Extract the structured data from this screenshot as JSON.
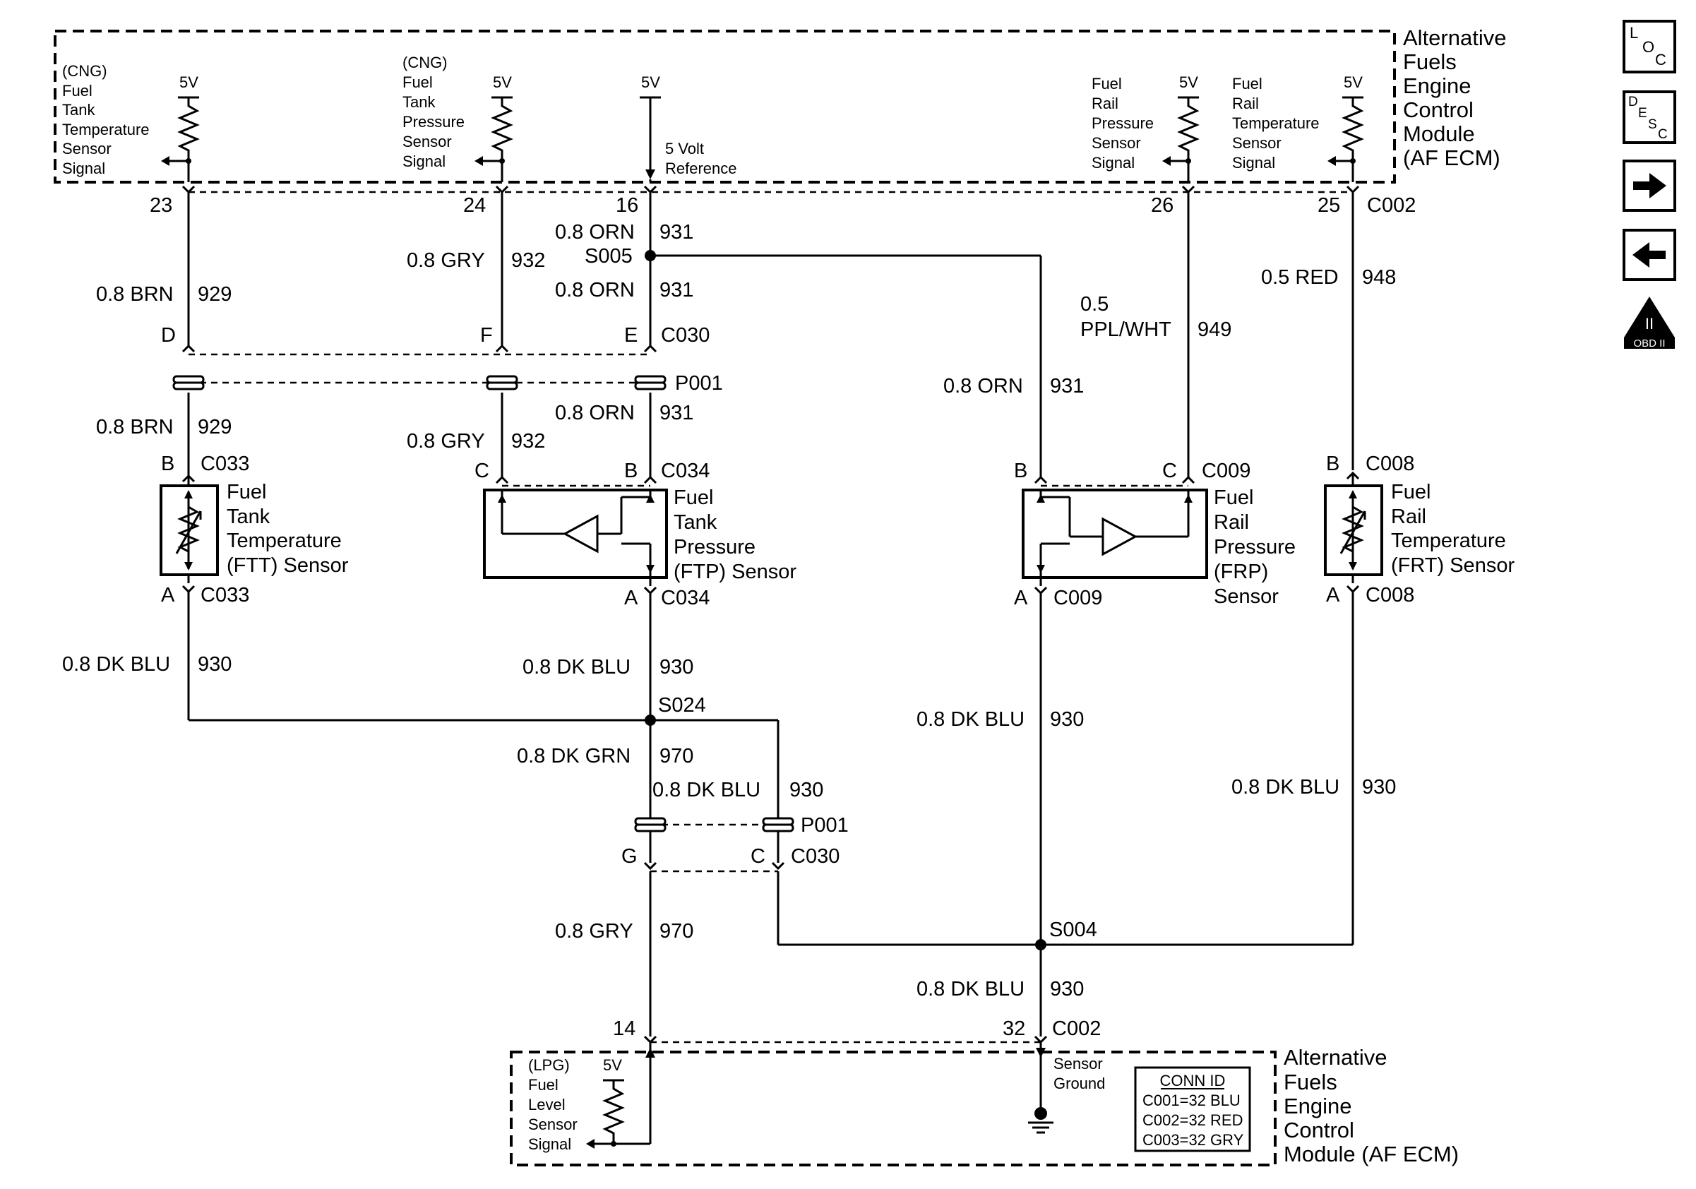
{
  "modules": {
    "top": {
      "label": [
        "Alternative",
        "Fuels",
        "Engine",
        "Control",
        "Module",
        "(AF ECM)"
      ]
    },
    "bottom": {
      "label": [
        "Alternative",
        "Fuels",
        "Engine",
        "Control",
        "Module (AF ECM)"
      ]
    }
  },
  "circuits": {
    "cng_ftt": [
      "(CNG)",
      "Fuel",
      "Tank",
      "Temperature",
      "Sensor",
      "Signal"
    ],
    "cng_ftp": [
      "(CNG)",
      "Fuel",
      "Tank",
      "Pressure",
      "Sensor",
      "Signal"
    ],
    "ref5v": [
      "5 Volt",
      "Reference"
    ],
    "frp": [
      "Fuel",
      "Rail",
      "Pressure",
      "Sensor",
      "Signal"
    ],
    "frt": [
      "Fuel",
      "Rail",
      "Temperature",
      "Sensor",
      "Signal"
    ],
    "lpg": [
      "(LPG)",
      "Fuel",
      "Level",
      "Sensor",
      "Signal"
    ],
    "sensor_ground": [
      "Sensor",
      "Ground"
    ],
    "volt_5v": "5V"
  },
  "pins": {
    "p23": "23",
    "p24": "24",
    "p16": "16",
    "p26": "26",
    "p25": "25",
    "p14": "14",
    "p32": "32",
    "D": "D",
    "F": "F",
    "E": "E",
    "B": "B",
    "C": "C",
    "A": "A",
    "G": "G"
  },
  "connectors": {
    "C002": "C002",
    "C030": "C030",
    "C033": "C033",
    "C034": "C034",
    "C009": "C009",
    "C008": "C008",
    "P001": "P001"
  },
  "splices": {
    "S005": "S005",
    "S024": "S024",
    "S004": "S004"
  },
  "wires": {
    "brn": "0.8 BRN",
    "n929": "929",
    "gry": "0.8 GRY",
    "n932": "932",
    "orn": "0.8 ORN",
    "n931": "931",
    "red": "0.5 RED",
    "n948": "948",
    "ppl_a": "0.5",
    "ppl_b": "PPL/WHT",
    "n949": "949",
    "dkblu": "0.8 DK BLU",
    "n930": "930",
    "dkgrn": "0.8 DK GRN",
    "n970": "970"
  },
  "sensors": {
    "ftt": [
      "Fuel",
      "Tank",
      "Temperature",
      "(FTT) Sensor"
    ],
    "ftp": [
      "Fuel",
      "Tank",
      "Pressure",
      "(FTP) Sensor"
    ],
    "frp": [
      "Fuel",
      "Rail",
      "Pressure",
      "(FRP)",
      "Sensor"
    ],
    "frt": [
      "Fuel",
      "Rail",
      "Temperature",
      "(FRT) Sensor"
    ]
  },
  "conn_id": {
    "title": "CONN ID",
    "rows": [
      "C001=32 BLU",
      "C002=32 RED",
      "C003=32 GRY"
    ]
  },
  "nav": {
    "loc": {
      "l": "L",
      "o": "O",
      "c": "C"
    },
    "desc": {
      "d": "D",
      "e": "E",
      "s": "S",
      "c": "C"
    },
    "next_icon": "arrow-right",
    "prev_icon": "arrow-left",
    "obd": {
      "numeral": "II",
      "label": "OBD II"
    }
  }
}
